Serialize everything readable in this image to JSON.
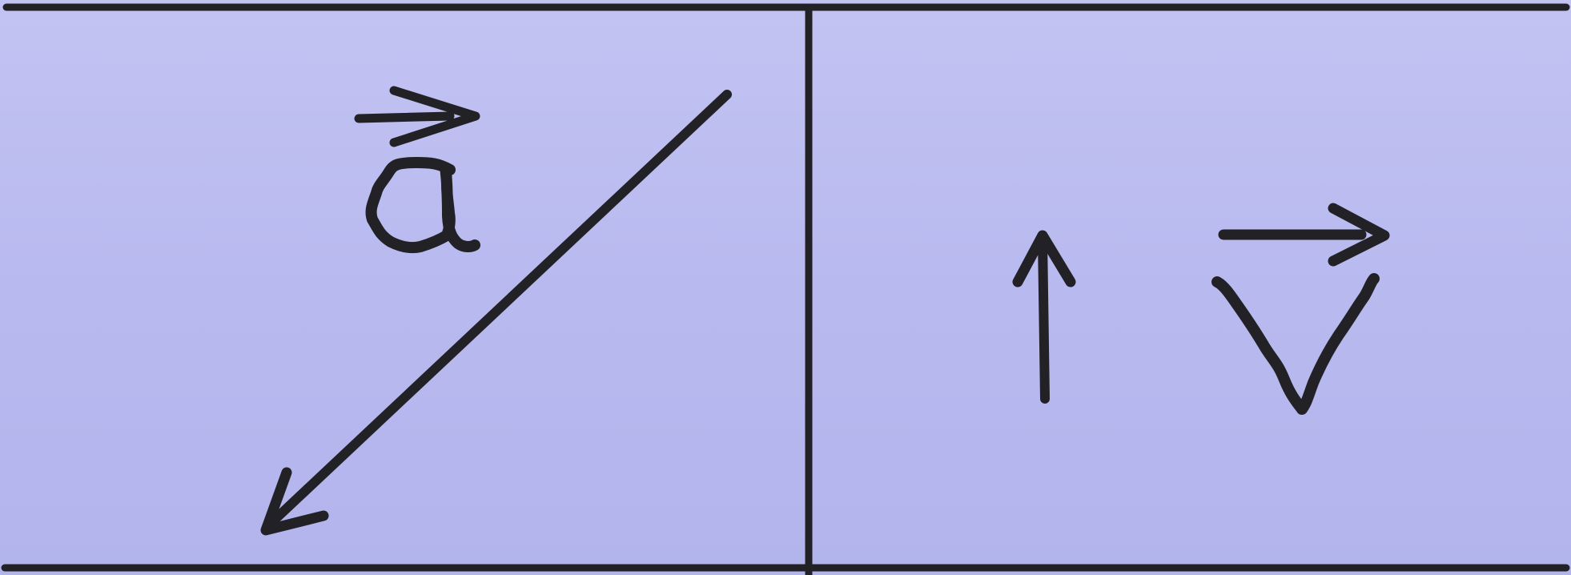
{
  "colors": {
    "background": "#b9baef",
    "ink": "#222226"
  },
  "left_panel": {
    "label": "a⃗",
    "arrow_direction": "down-left"
  },
  "right_panel": {
    "label": "v⃗",
    "arrow_direction": "up"
  }
}
